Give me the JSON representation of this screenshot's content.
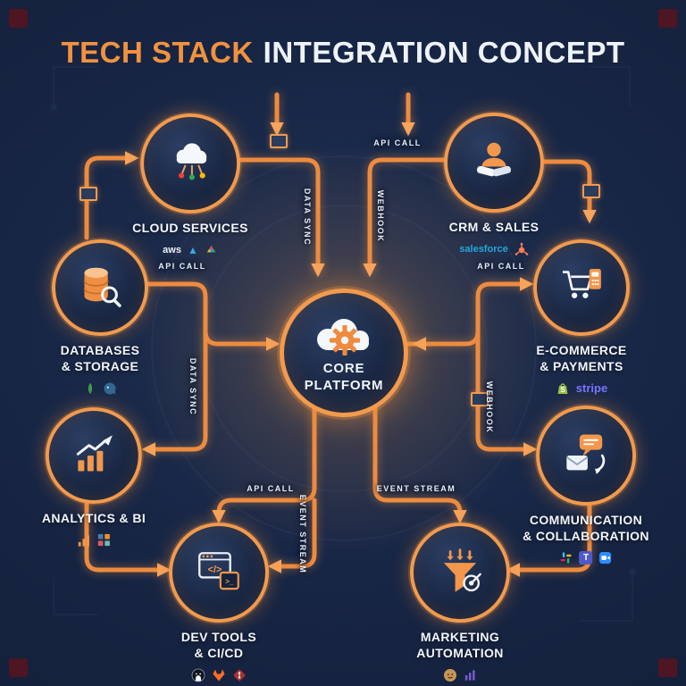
{
  "title": {
    "accent": "TECH STACK",
    "rest": "INTEGRATION CONCEPT"
  },
  "center": {
    "line1": "CORE",
    "line2": "PLATFORM"
  },
  "nodes": {
    "cloud": {
      "line1": "CLOUD SERVICES",
      "line2": ""
    },
    "crm": {
      "line1": "CRM & SALES",
      "line2": ""
    },
    "databases": {
      "line1": "DATABASES",
      "line2": "& STORAGE"
    },
    "ecommerce": {
      "line1": "E-COMMERCE",
      "line2": "& PAYMENTS"
    },
    "analytics": {
      "line1": "ANALYTICS & BI",
      "line2": ""
    },
    "communication": {
      "line1": "COMMUNICATION",
      "line2": "& COLLABORATION"
    },
    "devtools": {
      "line1": "DEV TOOLS",
      "line2": "& CI/CD"
    },
    "marketing": {
      "line1": "MARKETING",
      "line2": "AUTOMATION"
    }
  },
  "connections": [
    {
      "label": "API CALL"
    },
    {
      "label": "DATA SYNC"
    },
    {
      "label": "WEBHOOK"
    },
    {
      "label": "API CALL"
    },
    {
      "label": "API CALL"
    },
    {
      "label": "DATA SYNC"
    },
    {
      "label": "WEBHOOK"
    },
    {
      "label": "API CALL"
    },
    {
      "label": "EVENT STREAM"
    },
    {
      "label": "EVENT STREAM"
    }
  ],
  "logos": {
    "aws": "aws",
    "azure": "▲",
    "salesforce": "salesforce",
    "shopify_letter": "S",
    "stripe": "stripe",
    "teams_letter": "T"
  },
  "glyphs": {
    "code": "</>",
    "prompt": ">_"
  },
  "colors": {
    "accent": "#f0923f",
    "background": "#152238",
    "wire": "#ee8b3f"
  }
}
